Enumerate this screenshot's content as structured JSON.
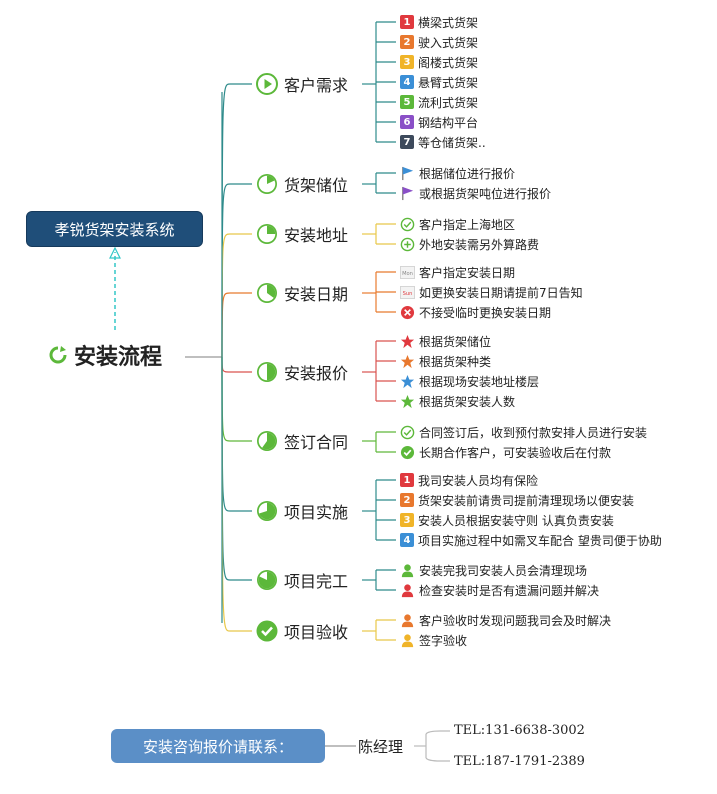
{
  "root": {
    "label": "安装流程"
  },
  "system": {
    "label": "孝锐货架安装系统"
  },
  "colors": {
    "branch": "#6bbf3a",
    "line_teal": "#2e8b8b",
    "line_yellow": "#e8c84a",
    "line_orange": "#e87b2e",
    "line_red": "#d9534f",
    "line_green": "#5fb83a"
  },
  "branches": [
    {
      "label": "客户需求",
      "icon": "play-circle-icon",
      "items": [
        {
          "badge": "1",
          "badge_color": "#e0393e",
          "text": "横梁式货架"
        },
        {
          "badge": "2",
          "badge_color": "#e8782e",
          "text": "驶入式货架"
        },
        {
          "badge": "3",
          "badge_color": "#f0b429",
          "text": "阁楼式货架"
        },
        {
          "badge": "4",
          "badge_color": "#3b8fd6",
          "text": "悬臂式货架"
        },
        {
          "badge": "5",
          "badge_color": "#5cb83a",
          "text": "流利式货架"
        },
        {
          "badge": "6",
          "badge_color": "#8a4fc7",
          "text": "钢结构平台"
        },
        {
          "badge": "7",
          "badge_color": "#3d4a5c",
          "text": "等仓储货架.."
        }
      ]
    },
    {
      "label": "货架储位",
      "icon": "pie-icon",
      "items": [
        {
          "icon": "blue-flag-icon",
          "text": "根据储位进行报价"
        },
        {
          "icon": "purple-flag-icon",
          "text": "或根据货架吨位进行报价"
        }
      ]
    },
    {
      "label": "安装地址",
      "icon": "pie-icon",
      "items": [
        {
          "icon": "check-outline-icon",
          "text": "客户指定上海地区"
        },
        {
          "icon": "plus-outline-icon",
          "text": "外地安装需另外算路费"
        }
      ]
    },
    {
      "label": "安装日期",
      "icon": "pie-icon",
      "items": [
        {
          "icon": "calendar-mon-icon",
          "cal": "Mon",
          "text": "客户指定安装日期"
        },
        {
          "icon": "calendar-sun-icon",
          "cal": "Sun",
          "text": "如更换安装日期请提前7日告知"
        },
        {
          "icon": "red-x-icon",
          "text": "不接受临时更换安装日期"
        }
      ]
    },
    {
      "label": "安装报价",
      "icon": "pie-icon",
      "items": [
        {
          "icon": "red-star-icon",
          "text": "根据货架储位"
        },
        {
          "icon": "orange-star-icon",
          "text": "根据货架种类"
        },
        {
          "icon": "blue-star-icon",
          "text": "根据现场安装地址楼层"
        },
        {
          "icon": "green-star-icon",
          "text": "根据货架安装人数"
        }
      ]
    },
    {
      "label": "签订合同",
      "icon": "pie-icon",
      "items": [
        {
          "icon": "check-outline-icon",
          "text": "合同签订后，收到预付款安排人员进行安装"
        },
        {
          "icon": "green-check-icon",
          "text": "长期合作客户，可安装验收后在付款"
        }
      ]
    },
    {
      "label": "项目实施",
      "icon": "pie-icon",
      "items": [
        {
          "badge": "1",
          "badge_color": "#e0393e",
          "text": "我司安装人员均有保险"
        },
        {
          "badge": "2",
          "badge_color": "#e8782e",
          "text": "货架安装前请贵司提前清理现场以便安装"
        },
        {
          "badge": "3",
          "badge_color": "#f0b429",
          "text": "安装人员根据安装守则  认真负责安装"
        },
        {
          "badge": "4",
          "badge_color": "#3b8fd6",
          "text": "项目实施过程中如需叉车配合  望贵司便于协助"
        }
      ]
    },
    {
      "label": "项目完工",
      "icon": "pie-icon",
      "items": [
        {
          "icon": "green-person-icon",
          "text": "安装完我司安装人员会清理现场"
        },
        {
          "icon": "red-person-icon",
          "text": "检查安装时是否有遗漏问题并解决"
        }
      ]
    },
    {
      "label": "项目验收",
      "icon": "check-circle-icon",
      "items": [
        {
          "icon": "orange-person-icon",
          "text": "客户验收时发现问题我司会及时解决"
        },
        {
          "icon": "yellow-person-icon",
          "text": "签字验收"
        }
      ]
    }
  ],
  "contact": {
    "label": "安装咨询报价请联系：",
    "manager": "陈经理",
    "tel1": "TEL:131-6638-3002",
    "tel2": "TEL:187-1791-2389"
  }
}
